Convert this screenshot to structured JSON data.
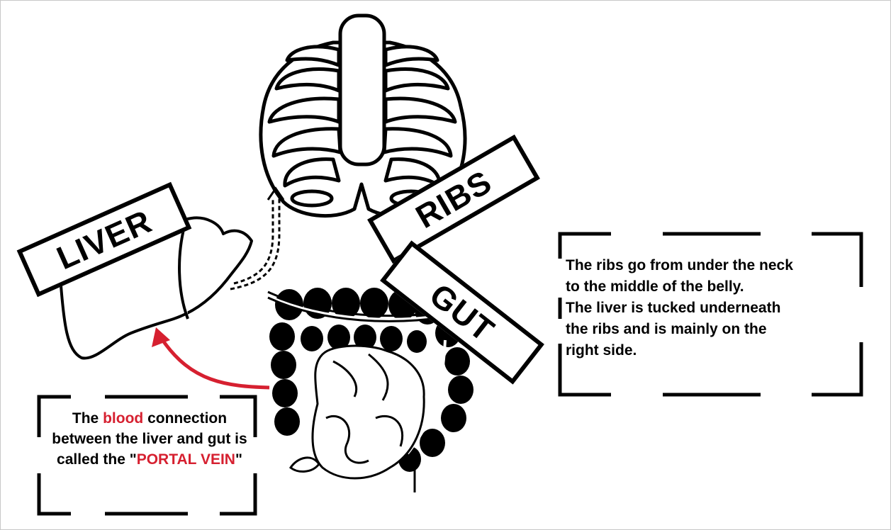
{
  "labels": {
    "liver": "LIVER",
    "ribs": "RIBS",
    "gut": "GUT"
  },
  "right_note": {
    "lines": [
      "The ribs go from under the neck",
      "to the middle of the belly.",
      "The liver is tucked underneath",
      "the ribs and is mainly on the",
      "right side."
    ]
  },
  "left_note": {
    "part1": "The ",
    "highlight1": "blood",
    "part2": " connection between the liver and gut is called the \"",
    "highlight2": "PORTAL VEIN",
    "part3": "\""
  },
  "colors": {
    "accent": "#d62030",
    "ink": "#000000",
    "background": "#ffffff"
  }
}
